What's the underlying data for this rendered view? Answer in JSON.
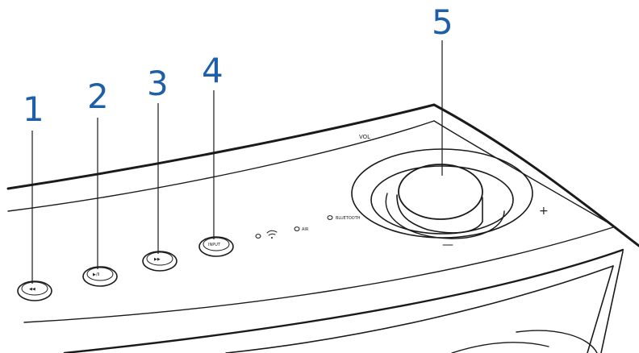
{
  "callouts": [
    {
      "number": "1"
    },
    {
      "number": "2"
    },
    {
      "number": "3"
    },
    {
      "number": "4"
    },
    {
      "number": "5"
    }
  ],
  "buttons": [
    {
      "label": "◀◀"
    },
    {
      "label": "▶/II"
    },
    {
      "label": "▶▶"
    },
    {
      "label": "INPUT"
    }
  ],
  "indicators": [
    {
      "label": ""
    },
    {
      "label": "AIR"
    },
    {
      "label": "BLUETOOTH"
    }
  ],
  "volume": {
    "label": "VOL",
    "minus": "—",
    "plus": "+"
  },
  "colors": {
    "callout": "#1f5fa8",
    "line": "#1a1a1a"
  }
}
